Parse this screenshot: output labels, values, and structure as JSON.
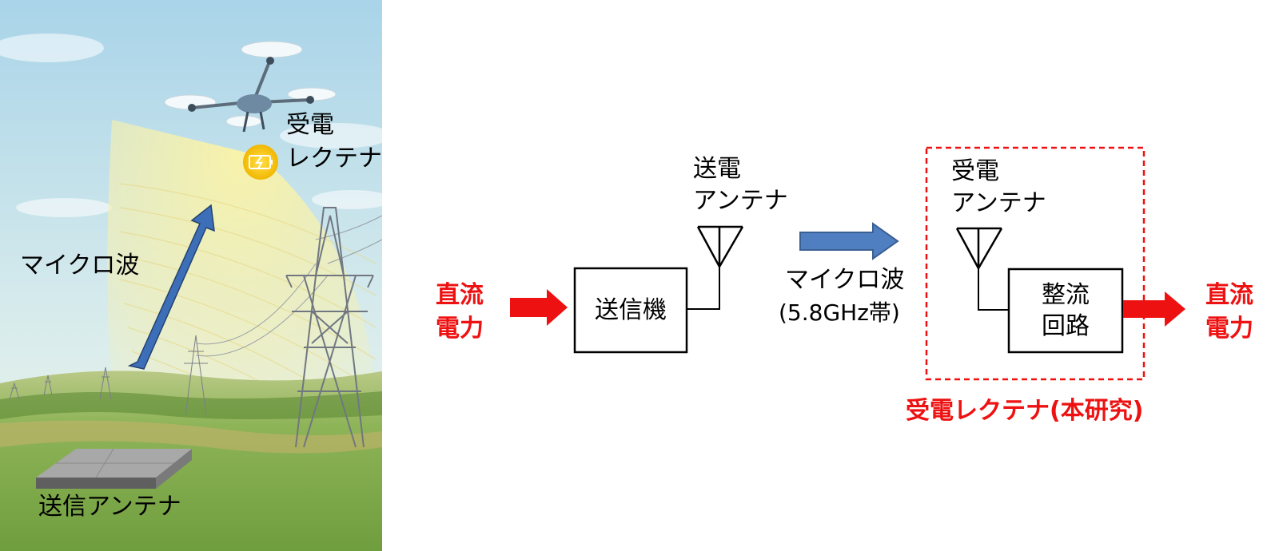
{
  "scene": {
    "receiver_label_line1": "受電",
    "receiver_label_line2": "レクテナ",
    "microwave_label": "マイクロ波",
    "transmitter_label": "送信アンテナ",
    "colors": {
      "sky_top": "#a9d4e9",
      "sky_bottom": "#e4f1ec",
      "ground": "#7aa646",
      "beam": "#f4ef9c",
      "arrow": "#3d6fb8"
    }
  },
  "diagram": {
    "dc_input_line1": "直流",
    "dc_input_line2": "電力",
    "transmitter_box_label": "送信機",
    "tx_antenna_line1": "送電",
    "tx_antenna_line2": "アンテナ",
    "microwave_line1": "マイクロ波",
    "microwave_line2": "(5.8GHz帯)",
    "rx_antenna_line1": "受電",
    "rx_antenna_line2": "アンテナ",
    "rectifier_line1": "整流",
    "rectifier_line2": "回路",
    "dc_output_line1": "直流",
    "dc_output_line2": "電力",
    "rectenna_caption": "受電レクテナ(本研究)",
    "colors": {
      "red": "#ee1111",
      "blue_arrow": "#4f7fc0",
      "line": "#000000"
    }
  }
}
